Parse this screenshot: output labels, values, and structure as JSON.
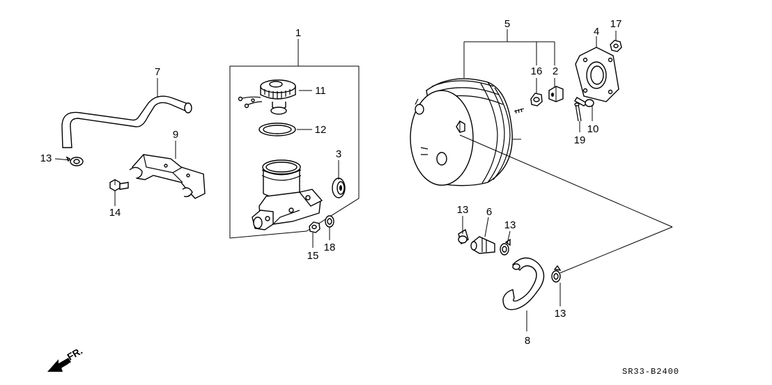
{
  "diagram": {
    "callouts": {
      "c1": "1",
      "c2": "2",
      "c3": "3",
      "c4": "4",
      "c5": "5",
      "c6": "6",
      "c7": "7",
      "c8": "8",
      "c9": "9",
      "c10": "10",
      "c11": "11",
      "c12": "12",
      "c13a": "13",
      "c13b": "13",
      "c13c": "13",
      "c13d": "13",
      "c14": "14",
      "c15": "15",
      "c16": "16",
      "c17": "17",
      "c18": "18",
      "c19": "19"
    },
    "direction_label": "FR.",
    "diagram_code": "SR33-B2400"
  }
}
